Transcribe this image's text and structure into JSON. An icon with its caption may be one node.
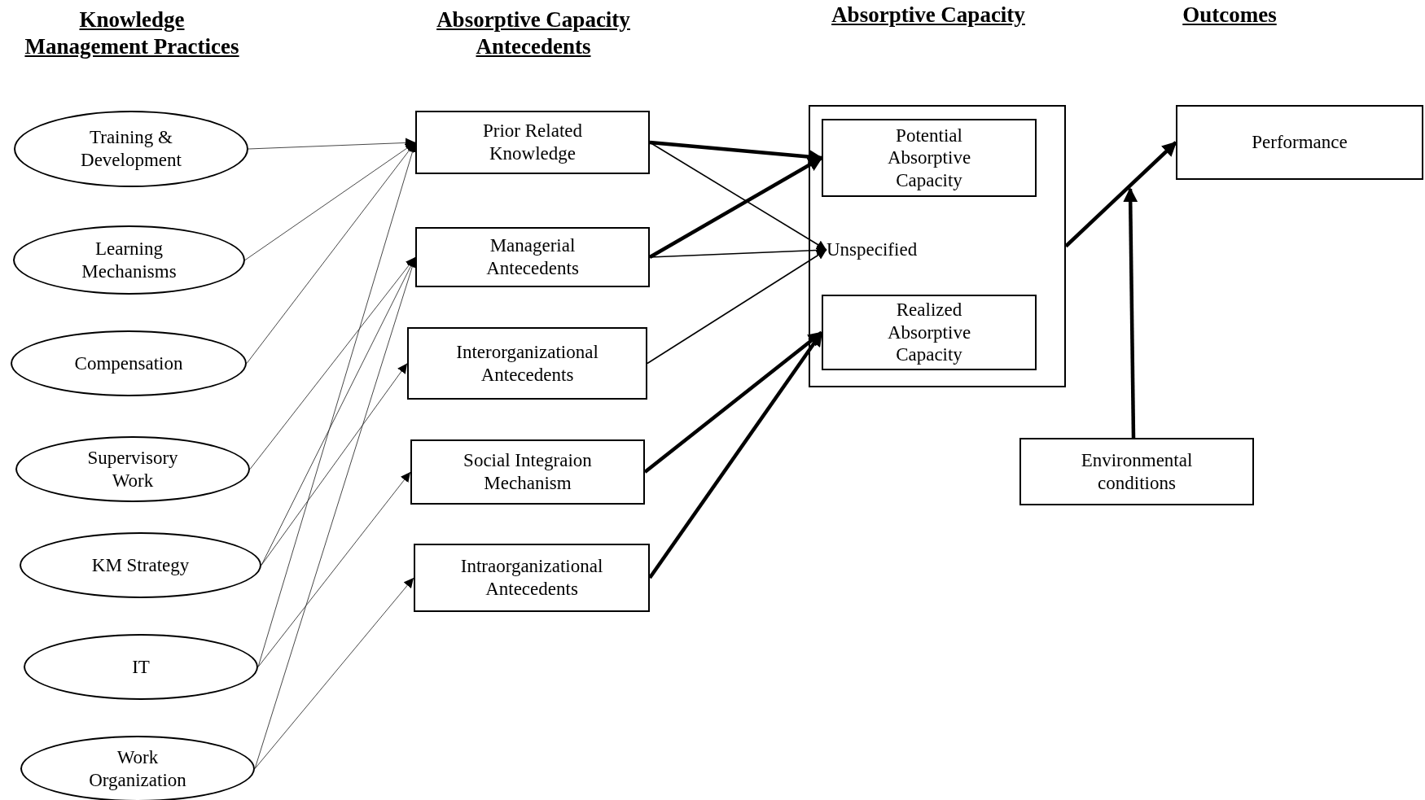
{
  "diagram": {
    "nodes": [
      {
        "text": [
          "Training & Development"
        ]
      },
      {
        "text": [
          "Learning Mechanisms"
        ]
      },
      {
        "text": [
          "Compensation"
        ]
      },
      {
        "text": [
          "Supervisory Work"
        ]
      },
      {
        "text": [
          "KM Strategy"
        ]
      },
      {
        "text": [
          "IT"
        ]
      },
      {
        "text": [
          "Work Organization"
        ]
      },
      {
        "text": [
          "Prior Related Knowledge"
        ]
      },
      {
        "text": [
          "Managerial Antecedents"
        ]
      },
      {
        "text": [
          "Interorganizational Antecedents"
        ]
      },
      {
        "text": [
          "Social Integraion Mechanism"
        ]
      },
      {
        "text": [
          "Intraorganizational Antecedents"
        ]
      },
      {
        "text": [],
        "shape": "box"
      },
      {
        "text": [
          "Potential Absorptive Capacity"
        ],
        "in": 12
      },
      {
        "text": [
          "Unspecified"
        ],
        "in": 12
      },
      {
        "text": [
          "Realized Absorptive Capacity"
        ],
        "in": 12
      },
      {
        "text": [
          "Performance"
        ]
      },
      {
        "text": [
          "Environmental conditions"
        ]
      }
    ],
    "edges": [
      {
        "from": 0,
        "to": 7,
        "arrow": "to"
      },
      {
        "from": 1,
        "to": 7,
        "arrow": "to"
      },
      {
        "from": 2,
        "to": 7,
        "arrow": "to"
      },
      {
        "from": 3,
        "to": 8,
        "arrow": "to"
      },
      {
        "from": 4,
        "to": 8,
        "arrow": "to"
      },
      {
        "from": 4,
        "to": 9,
        "arrow": "to"
      },
      {
        "from": 5,
        "to": 7,
        "arrow": "to"
      },
      {
        "from": 5,
        "to": 10,
        "arrow": "to"
      },
      {
        "from": 6,
        "to": 8,
        "arrow": "to"
      },
      {
        "from": 6,
        "to": 11,
        "arrow": "to"
      },
      {
        "from": 7,
        "to": 13,
        "arrow": "to",
        "style": "thick"
      },
      {
        "from": 7,
        "to": 14,
        "arrow": "to"
      },
      {
        "from": 8,
        "to": 13,
        "arrow": "to",
        "style": "thick"
      },
      {
        "from": 8,
        "to": 14,
        "arrow": "to"
      },
      {
        "from": 9,
        "to": 14,
        "arrow": "to"
      },
      {
        "from": 10,
        "to": 15,
        "arrow": "to",
        "style": "thick"
      },
      {
        "from": 11,
        "to": 15,
        "arrow": "to",
        "style": "thick"
      },
      {
        "from": 12,
        "to": 16,
        "arrow": "to",
        "style": "thick"
      },
      {
        "from": 17,
        "to": null,
        "arrow": "to",
        "style": "thick"
      }
    ],
    "labels": [
      "Knowledge Management Practices",
      "Absorptive Capacity Antecedents",
      "Absorptive Capacity",
      "Outcomes"
    ]
  }
}
